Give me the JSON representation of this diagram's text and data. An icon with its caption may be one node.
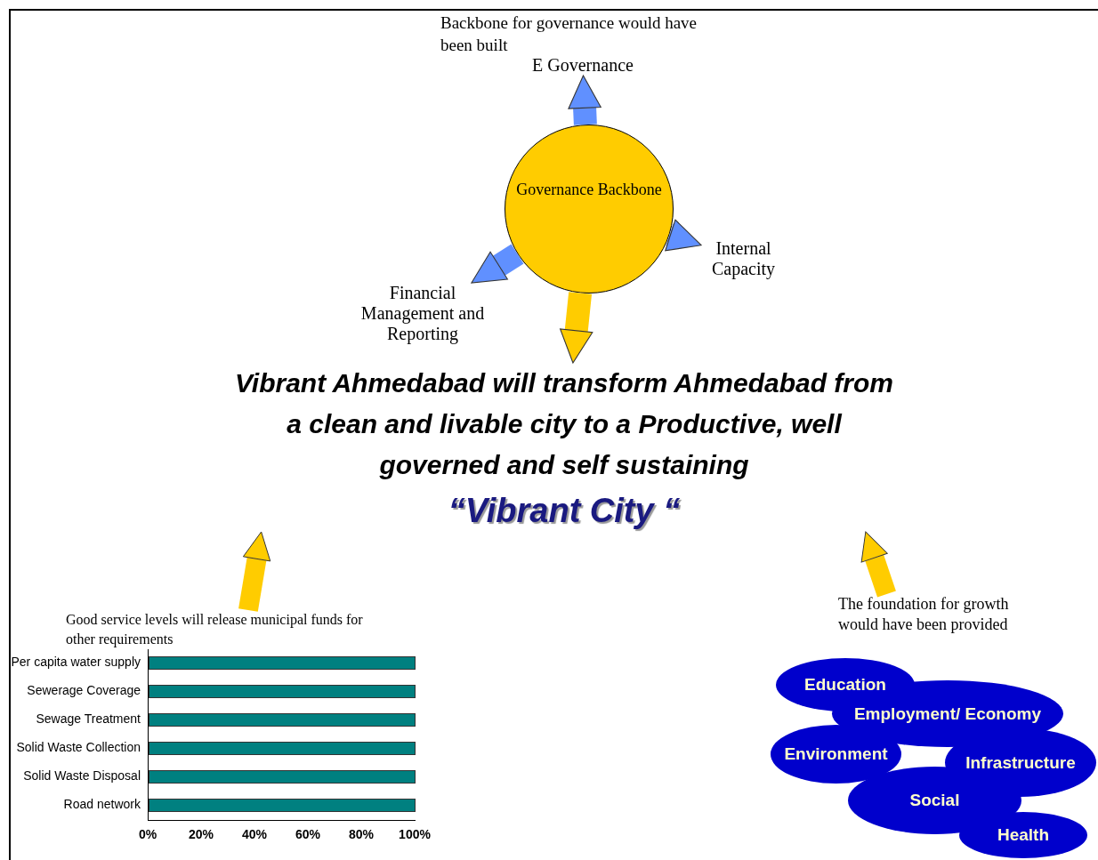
{
  "diagram": {
    "nodes": [
      {
        "text": [
          "Governance Backbone"
        ]
      },
      {
        "text": [
          "E Governance"
        ]
      },
      {
        "text": [
          "Financial Management and Reporting"
        ]
      },
      {
        "text": [
          "Internal Capacity"
        ]
      },
      {
        "text": [
          "Vibrant Ahmedabad will transform Ahmedabad from a clean and livable city to a Productive, well governed and self sustaining",
          "“Vibrant City “"
        ]
      },
      {
        "text": [
          "Good service levels will release municipal funds for other requirements"
        ]
      },
      {
        "text": [
          "The foundation for growth would have been provided"
        ]
      },
      {
        "text": [
          "Education"
        ],
        "in": 6
      },
      {
        "text": [
          "Employment/ Economy"
        ],
        "in": 6
      },
      {
        "text": [
          "Environment"
        ],
        "in": 6
      },
      {
        "text": [
          "Infrastructure"
        ],
        "in": 6
      },
      {
        "text": [
          "Social"
        ],
        "in": 6
      },
      {
        "text": [
          "Health"
        ],
        "in": 6
      }
    ],
    "edges": [
      {
        "from": 0,
        "to": 1,
        "arrow": "to"
      },
      {
        "from": 0,
        "to": 2,
        "arrow": "to"
      },
      {
        "from": 0,
        "to": 3,
        "arrow": "to"
      },
      {
        "from": 0,
        "to": 4,
        "arrow": "to",
        "color": "#ffcc00"
      },
      {
        "from": 5,
        "to": 4,
        "arrow": "to",
        "color": "#ffcc00"
      },
      {
        "from": 6,
        "to": 4,
        "arrow": "to",
        "color": "#ffcc00"
      }
    ],
    "labels": [
      "Backbone for governance would have been built"
    ],
    "chart_data": {
      "type": "bar",
      "orientation": "horizontal",
      "categories": [
        "Per capita water supply",
        "Sewerage Coverage",
        "Sewage Treatment",
        "Solid Waste Collection",
        "Solid Waste Disposal",
        "Road network"
      ],
      "values": [
        100,
        100,
        100,
        100,
        100,
        100
      ],
      "xlim": [
        0,
        100
      ],
      "xticks": [
        {
          "value": 0,
          "label": "0%"
        },
        {
          "value": 20,
          "label": "20%"
        },
        {
          "value": 40,
          "label": "40%"
        },
        {
          "value": 60,
          "label": "60%"
        },
        {
          "value": 80,
          "label": "80%"
        },
        {
          "value": 100,
          "label": "100%"
        }
      ]
    }
  }
}
